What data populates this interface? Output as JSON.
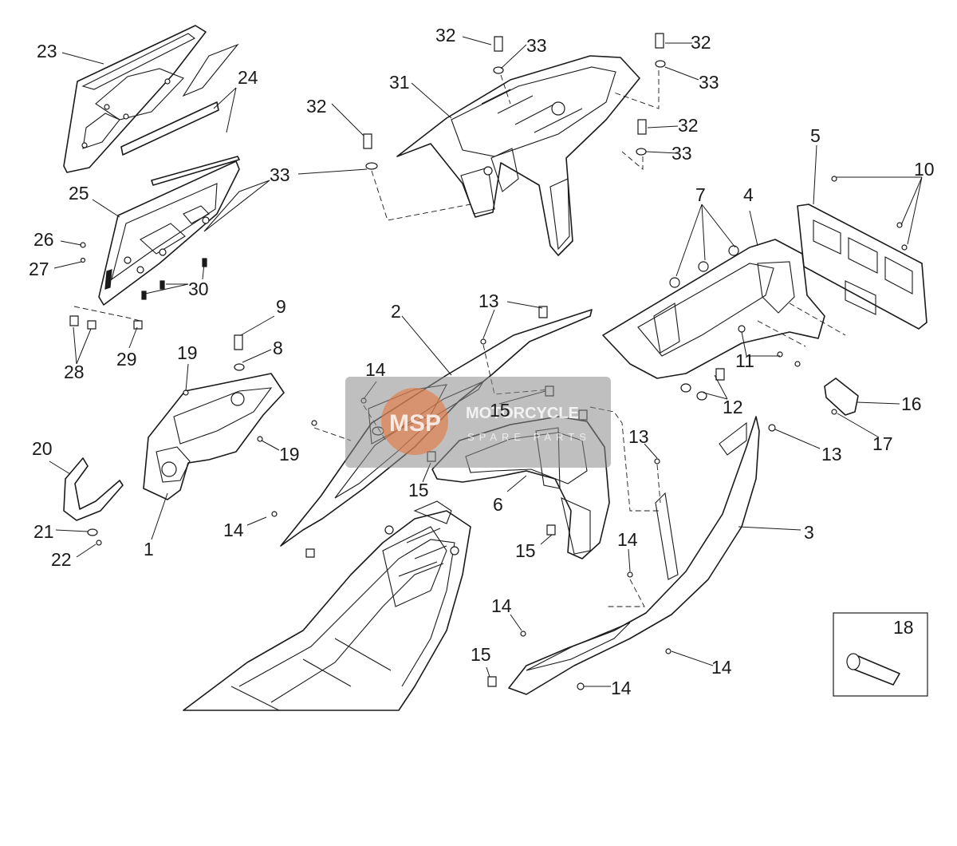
{
  "diagram": {
    "callouts": {
      "c23": "23",
      "c24": "24",
      "c25": "25",
      "c26": "26",
      "c27": "27",
      "c28": "28",
      "c29": "29",
      "c30": "30",
      "c32a": "32",
      "c33a": "33",
      "c32b": "32",
      "c33b": "33",
      "c31": "31",
      "c32c": "32",
      "c33c": "33",
      "c32d": "32",
      "c33d": "33",
      "c5": "5",
      "c10": "10",
      "c7": "7",
      "c4": "4",
      "c9": "9",
      "c8": "8",
      "c19a": "19",
      "c19b": "19",
      "c2": "2",
      "c13a": "13",
      "c14a": "14",
      "c11": "11",
      "c12": "12",
      "c16": "16",
      "c17": "17",
      "c15a": "15",
      "c15b": "15",
      "c15c": "15",
      "c15d": "15",
      "c13b": "13",
      "c13c": "13",
      "c20": "20",
      "c21": "21",
      "c22": "22",
      "c1": "1",
      "c14b": "14",
      "c6": "6",
      "c3": "3",
      "c14c": "14",
      "c14d": "14",
      "c14e": "14",
      "c14f": "14",
      "c18": "18"
    },
    "watermark": {
      "logo": "MSP",
      "title": "MOTORCYCLE",
      "subtitle": "SPARE PARTS"
    }
  }
}
